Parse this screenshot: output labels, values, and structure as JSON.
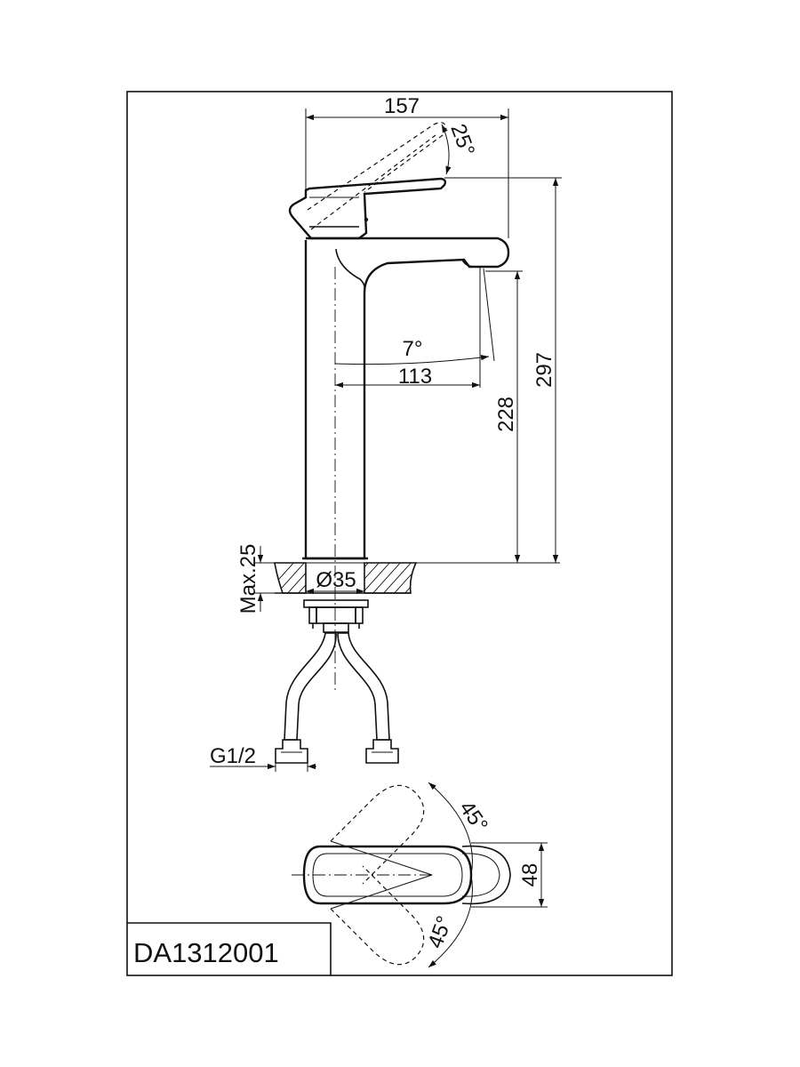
{
  "drawing": {
    "model_code": "DA1312001",
    "dimensions": {
      "overall_width": "157",
      "handle_angle": "25°",
      "overall_height": "297",
      "spout_height": "228",
      "spout_tilt": "7°",
      "spout_reach": "113",
      "max_deck_thickness": "Max.25",
      "mount_diameter": "Ø35",
      "thread": "G1/2",
      "rotation_left": "45°",
      "rotation_right": "45°",
      "body_diameter": "48"
    }
  }
}
